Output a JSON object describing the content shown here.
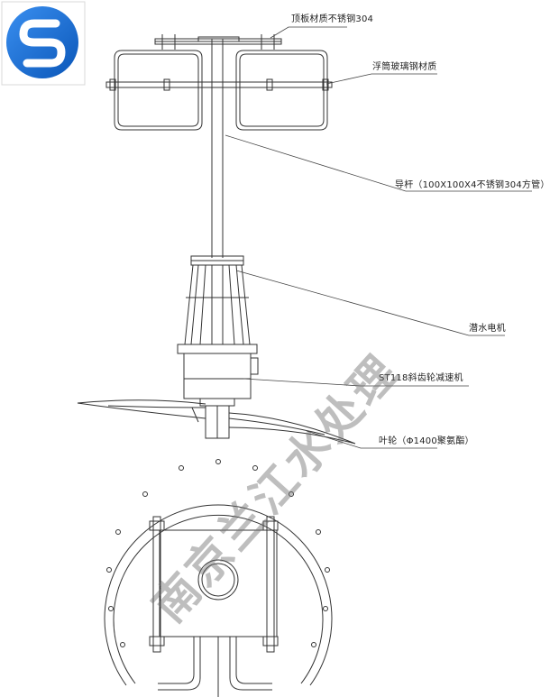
{
  "labels": {
    "top_plate": "顶板材质不锈钢304",
    "float": "浮筒玻璃钢材质",
    "guide_rod": "导杆（100X100X4不锈钢304方管）",
    "motor": "潜水电机",
    "gearbox": "ST118斜齿轮减速机",
    "impeller": "叶轮（Φ1400聚氨酯）"
  },
  "watermark": "南京兰江水处理",
  "colors": {
    "logo": "#1e6fd0",
    "line": "#333333"
  }
}
